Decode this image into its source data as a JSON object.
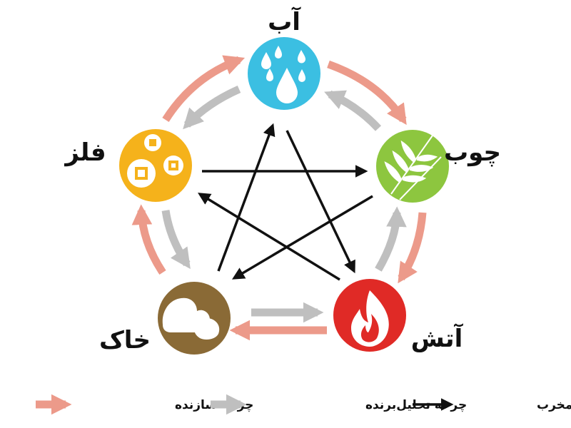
{
  "elements": {
    "water": {
      "label": "آب",
      "color": "#3bbfe2"
    },
    "wood": {
      "label": "چوب",
      "color": "#8dc63f"
    },
    "fire": {
      "label": "آتش",
      "color": "#e02a26"
    },
    "earth": {
      "label": "خاک",
      "color": "#8a6a36"
    },
    "metal": {
      "label": "فلز",
      "color": "#f5b21b"
    }
  },
  "cycles": {
    "generating": {
      "label": "چرخه سازنده",
      "color": "#ec9a8a"
    },
    "weakening": {
      "label": "چرخه تحلیل‌برنده",
      "color": "#bfbfbf"
    },
    "destructive": {
      "label": "چرخه مخرب",
      "color": "#111111"
    }
  }
}
